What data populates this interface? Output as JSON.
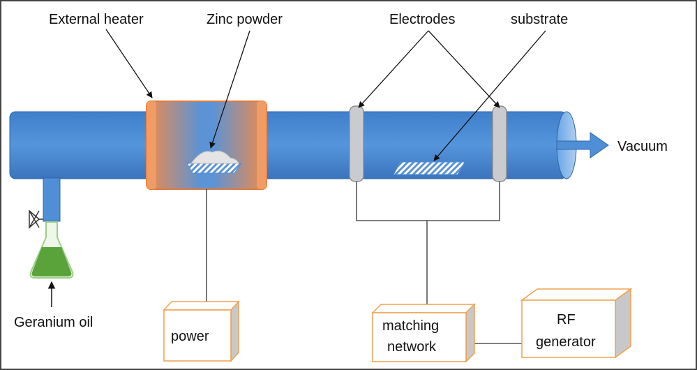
{
  "labels": {
    "external_heater": "External heater",
    "zinc_powder": "Zinc powder",
    "electrodes": "Electrodes",
    "substrate": "substrate",
    "vacuum": "Vacuum",
    "geranium_oil": "Geranium oil",
    "power": "power",
    "matching_network_line1": "matching",
    "matching_network_line2": "network",
    "rf_generator_line1": "RF",
    "rf_generator_line2": "generator"
  },
  "colors": {
    "tube": "#4f8fd6",
    "tube_dark": "#3c78c0",
    "heater": "#f0955a",
    "heater_edge": "#e07a38",
    "electrode": "#c9cbcf",
    "flask_liquid": "#5aa33a",
    "box_edge": "#f0a050",
    "box_side": "#c8c8c8"
  }
}
